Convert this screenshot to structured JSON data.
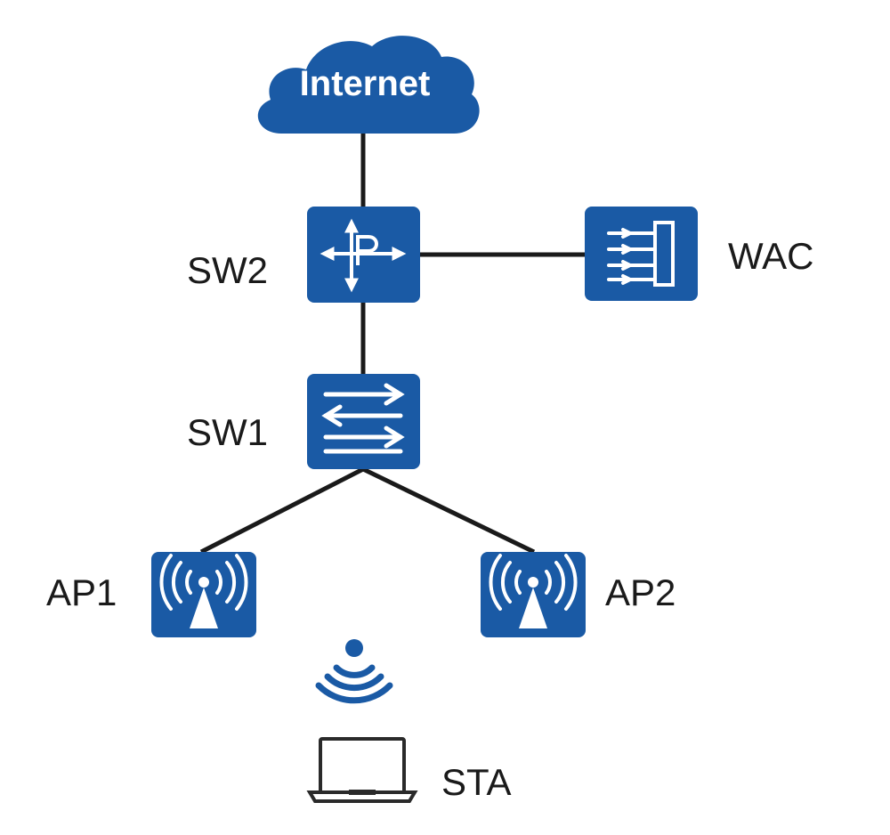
{
  "diagram": {
    "nodes": {
      "internet": {
        "label": "Internet",
        "icon": "cloud-icon"
      },
      "sw2": {
        "label": "SW2",
        "icon": "layer3-switch-icon"
      },
      "wac": {
        "label": "WAC",
        "icon": "wireless-controller-icon"
      },
      "sw1": {
        "label": "SW1",
        "icon": "layer2-switch-icon"
      },
      "ap1": {
        "label": "AP1",
        "icon": "access-point-icon"
      },
      "ap2": {
        "label": "AP2",
        "icon": "access-point-icon"
      },
      "sta": {
        "label": "STA",
        "icon": "laptop-icon"
      }
    },
    "links": [
      [
        "internet",
        "sw2"
      ],
      [
        "sw2",
        "wac"
      ],
      [
        "sw2",
        "sw1"
      ],
      [
        "sw1",
        "ap1"
      ],
      [
        "sw1",
        "ap2"
      ]
    ],
    "wireless_signal_icon": "wifi-signal-icon",
    "colors": {
      "device": "#1a5aa5",
      "line": "#1a1a1a",
      "text": "#1a1a1a"
    }
  }
}
